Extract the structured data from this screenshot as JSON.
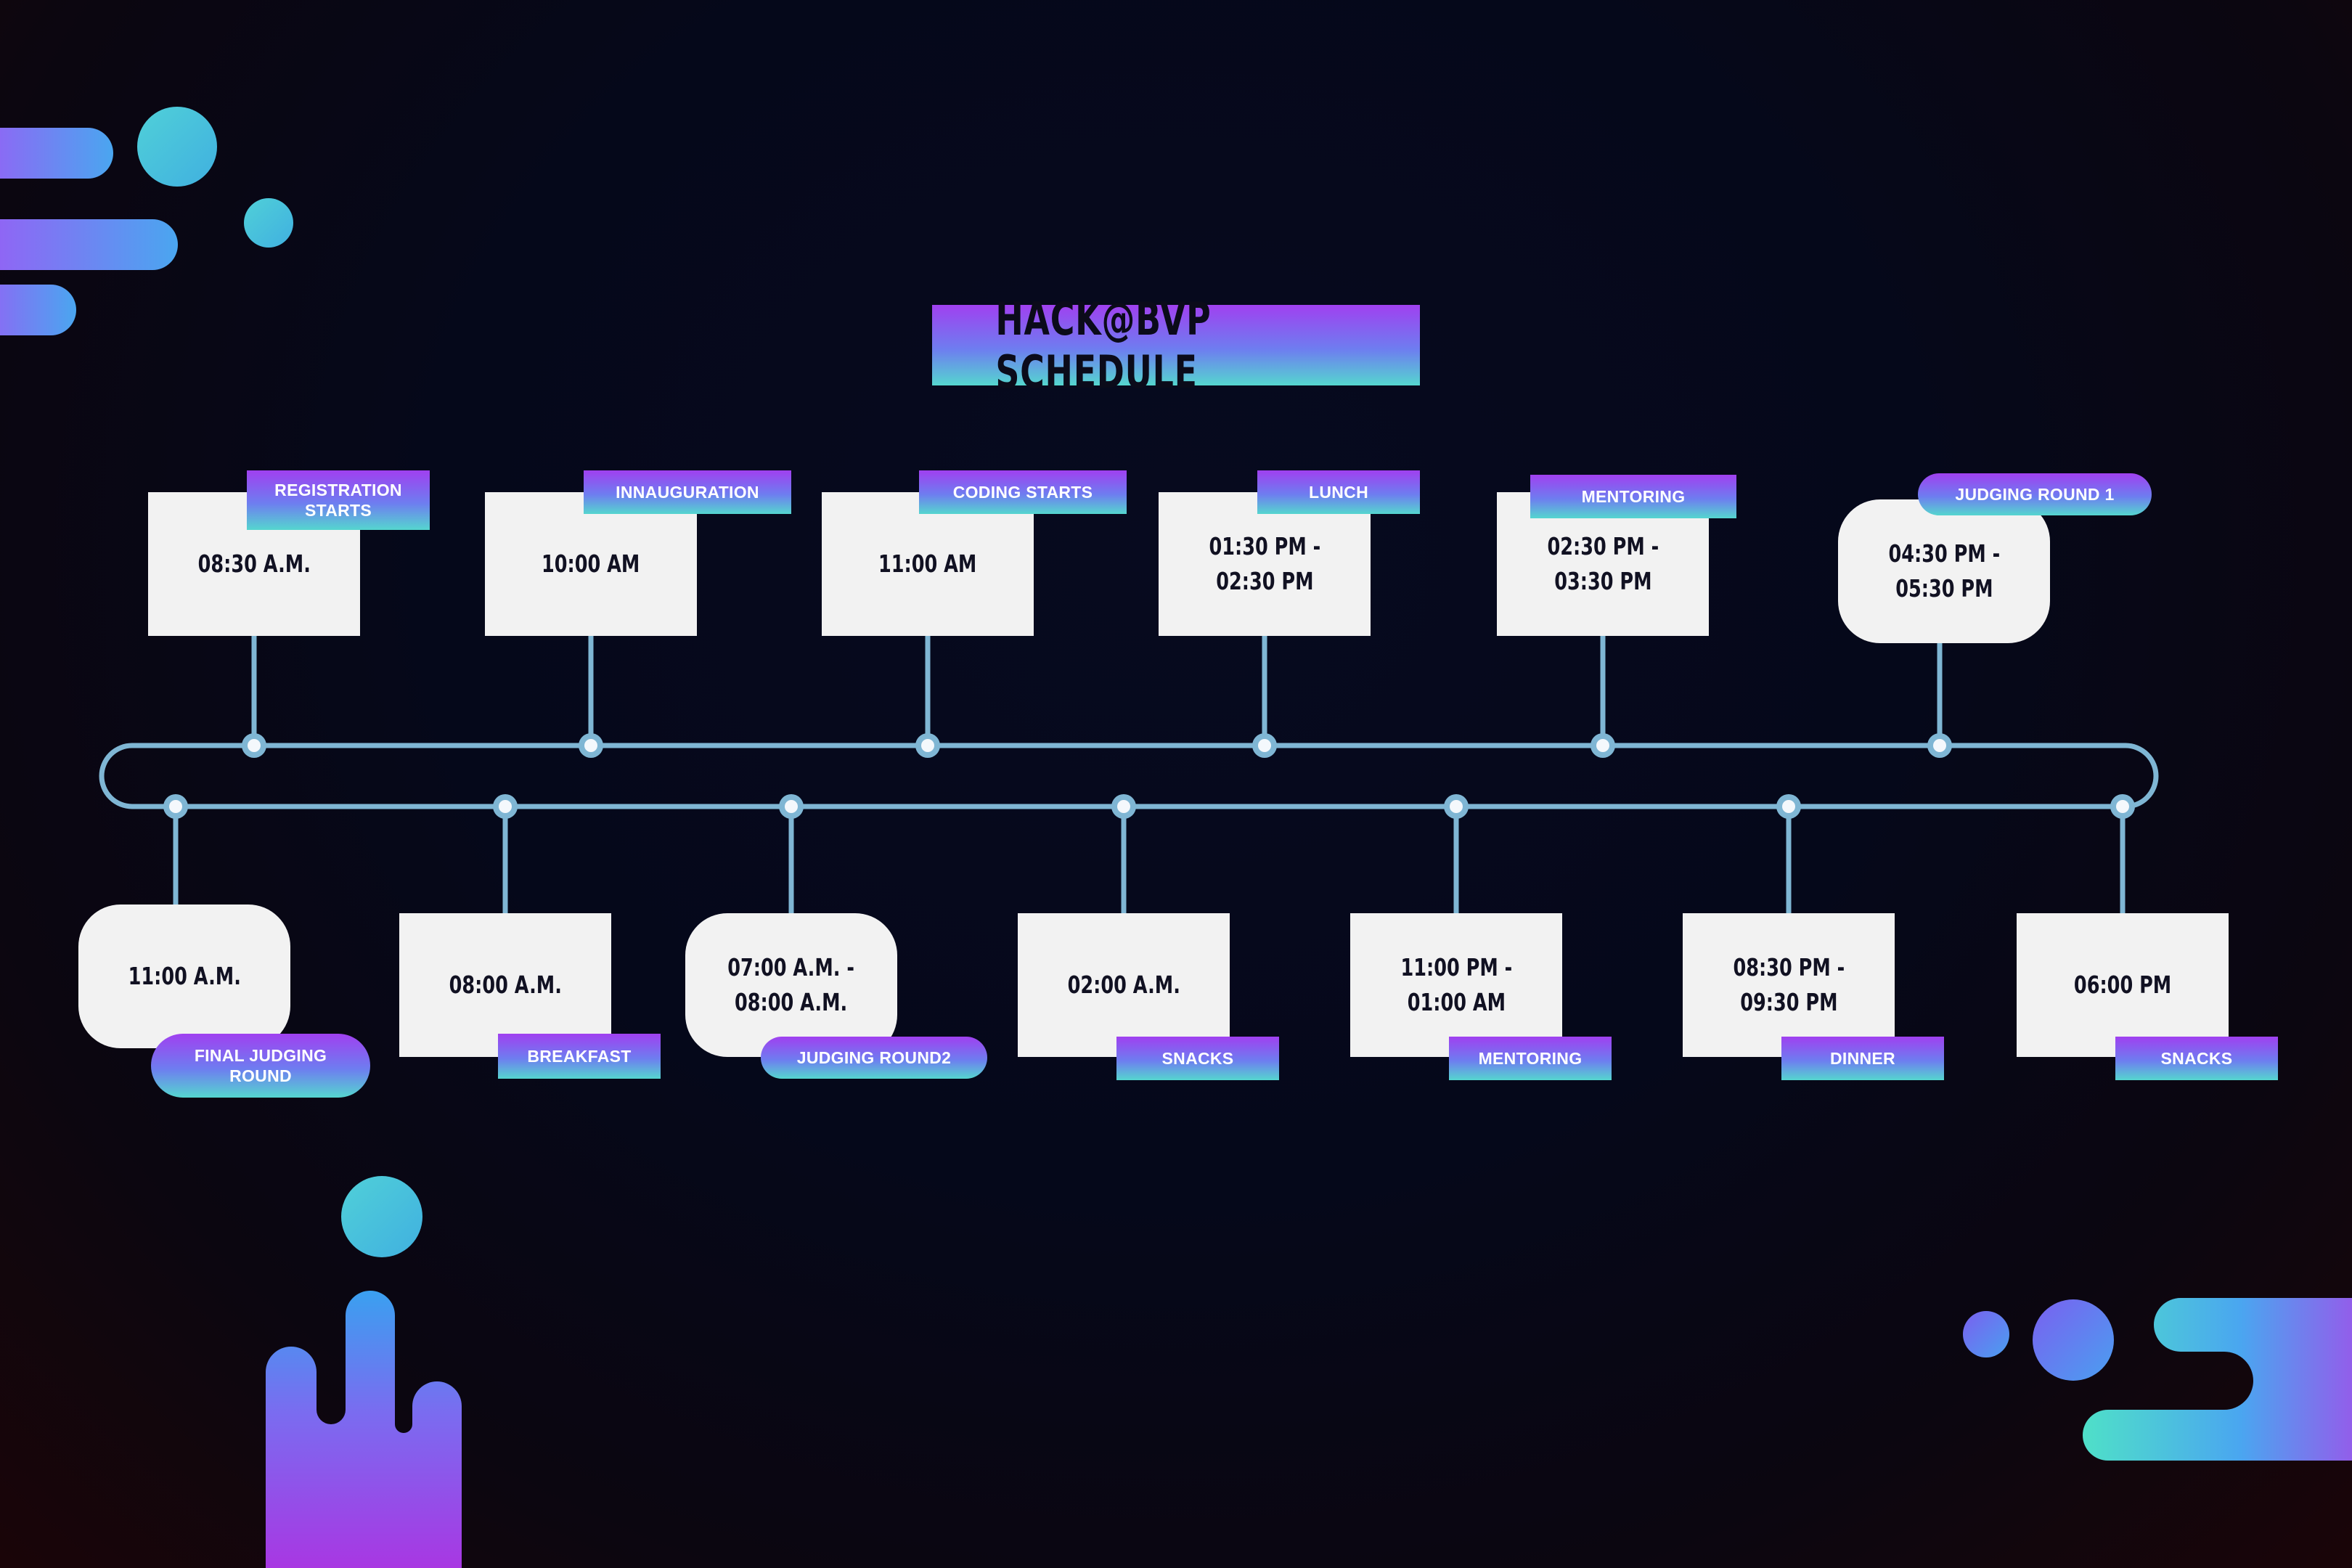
{
  "title": "HACK@BVP SCHEDULE",
  "colors": {
    "line": "#7fb6d4",
    "accent_purple": "#a040f0",
    "accent_teal": "#55d6cf",
    "box": "#f2f2f2",
    "background": "#05081a"
  },
  "top_events": [
    {
      "time": "08:30 A.M.",
      "label": "REGISTRATION\nSTARTS"
    },
    {
      "time": "10:00 AM",
      "label": "INNAUGURATION"
    },
    {
      "time": "11:00 AM",
      "label": "CODING STARTS"
    },
    {
      "time": "01:30 PM -\n02:30 PM",
      "label": "LUNCH"
    },
    {
      "time": "02:30 PM -\n03:30 PM",
      "label": "MENTORING"
    },
    {
      "time": "04:30 PM -\n05:30 PM",
      "label": "JUDGING ROUND 1"
    }
  ],
  "bottom_events": [
    {
      "time": "11:00 A.M.",
      "label": "FINAL JUDGING\nROUND"
    },
    {
      "time": "08:00 A.M.",
      "label": "BREAKFAST"
    },
    {
      "time": "07:00 A.M. -\n08:00 A.M.",
      "label": "JUDGING ROUND2"
    },
    {
      "time": "02:00 A.M.",
      "label": "SNACKS"
    },
    {
      "time": "11:00 PM -\n01:00 AM",
      "label": "MENTORING"
    },
    {
      "time": "08:30 PM -\n09:30 PM",
      "label": "DINNER"
    },
    {
      "time": "06:00 PM",
      "label": "SNACKS"
    }
  ]
}
